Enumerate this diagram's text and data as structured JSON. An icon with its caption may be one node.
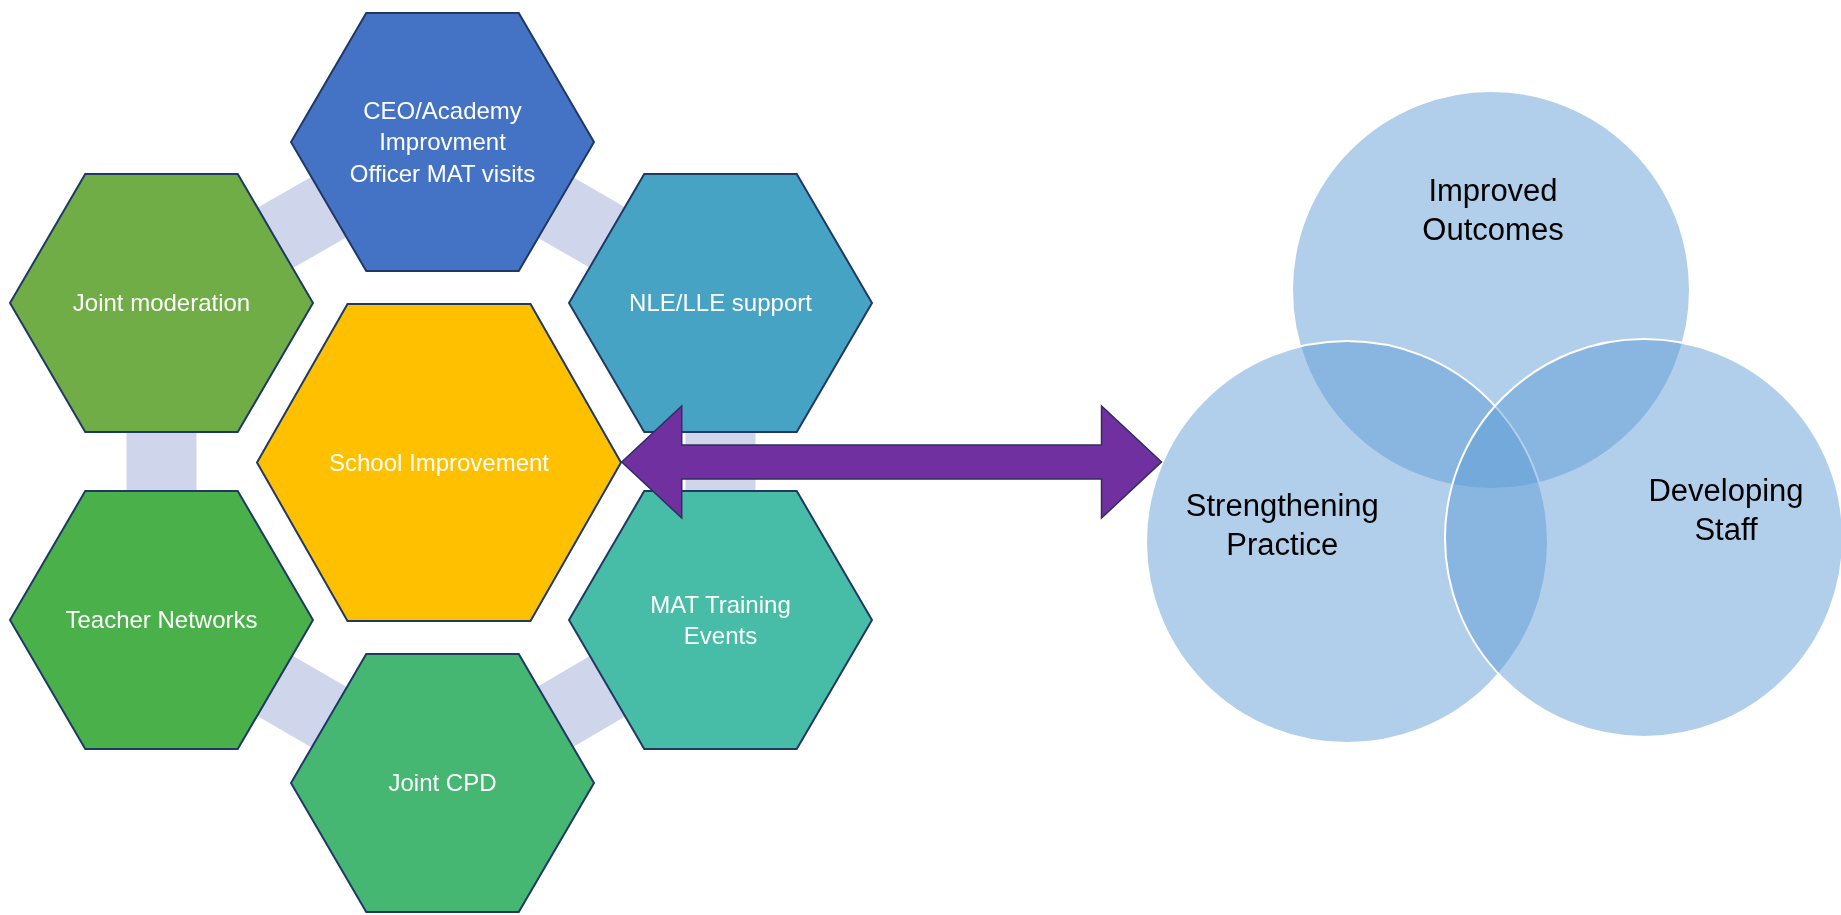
{
  "diagram": {
    "nodes": [
      {
        "text": [
          "CEO/Academy Improvment Officer MAT visits"
        ]
      },
      {
        "text": [
          "Joint moderation"
        ]
      },
      {
        "text": [
          "NLE/LLE support"
        ]
      },
      {
        "text": [
          "School Improvement"
        ]
      },
      {
        "text": [
          "Teacher Networks"
        ]
      },
      {
        "text": [
          "MAT Training Events"
        ]
      },
      {
        "text": [
          "Joint CPD"
        ]
      },
      {
        "text": [
          "Improved Outcomes"
        ]
      },
      {
        "text": [
          "Strengthening Practice"
        ]
      },
      {
        "text": [
          "Developing Staff"
        ]
      }
    ],
    "edges": [
      {
        "from": 3,
        "to": 8,
        "arrow": "both",
        "style": "thick",
        "color": "#7030a0"
      }
    ]
  }
}
